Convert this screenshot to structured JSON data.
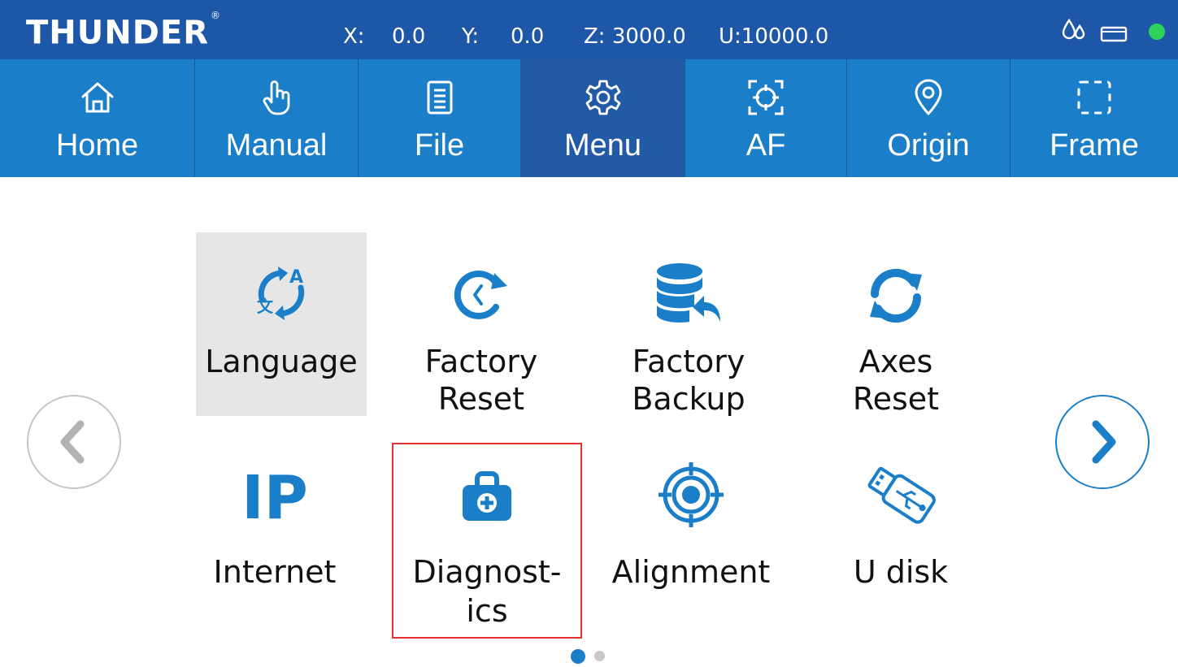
{
  "status": {
    "logo": "THUNDER",
    "logo_mark": "®",
    "x_label": "X:",
    "x_value": "0.0",
    "y_label": "Y:",
    "y_value": "0.0",
    "z_readout": "Z: 3000.0",
    "u_readout": "U:10000.0",
    "icons": [
      "water-drops-icon",
      "card-icon",
      "status-dot-icon"
    ],
    "dot_color": "#2ed15a"
  },
  "nav": {
    "tabs": [
      {
        "label": "Home",
        "icon": "home-icon"
      },
      {
        "label": "Manual",
        "icon": "hand-pointer-icon"
      },
      {
        "label": "File",
        "icon": "file-list-icon"
      },
      {
        "label": "Menu",
        "icon": "gear-icon",
        "active": true
      },
      {
        "label": "AF",
        "icon": "autofocus-crosshair-icon"
      },
      {
        "label": "Origin",
        "icon": "location-pin-icon"
      },
      {
        "label": "Frame",
        "icon": "frame-dashed-icon"
      }
    ]
  },
  "menu": {
    "items": [
      {
        "label1": "Language",
        "label2": "",
        "icon": "translate-icon",
        "selected": true
      },
      {
        "label1": "Factory",
        "label2": "Reset",
        "icon": "clock-reset-icon"
      },
      {
        "label1": "Factory",
        "label2": "Backup",
        "icon": "database-backup-icon"
      },
      {
        "label1": "Axes",
        "label2": "Reset",
        "icon": "refresh-icon"
      },
      {
        "label1": "Internet",
        "label2": "",
        "icon_text": "IP",
        "icon": "ip-icon"
      },
      {
        "label1": "Diagnost-",
        "label2": "ics",
        "icon": "medical-kit-icon",
        "focused": true
      },
      {
        "label1": "Alignment",
        "label2": "",
        "icon": "target-icon"
      },
      {
        "label1": "U disk",
        "label2": "",
        "icon": "usb-drive-icon"
      }
    ]
  },
  "pagination": {
    "pages": 2,
    "current": 1
  },
  "colors": {
    "status_bar": "#1f57a8",
    "nav_bar": "#1a7ec9",
    "nav_active": "#225aa5",
    "accent": "#1a7ec9",
    "focus_border": "#e8302f",
    "selected_bg": "#e5e6e5"
  }
}
